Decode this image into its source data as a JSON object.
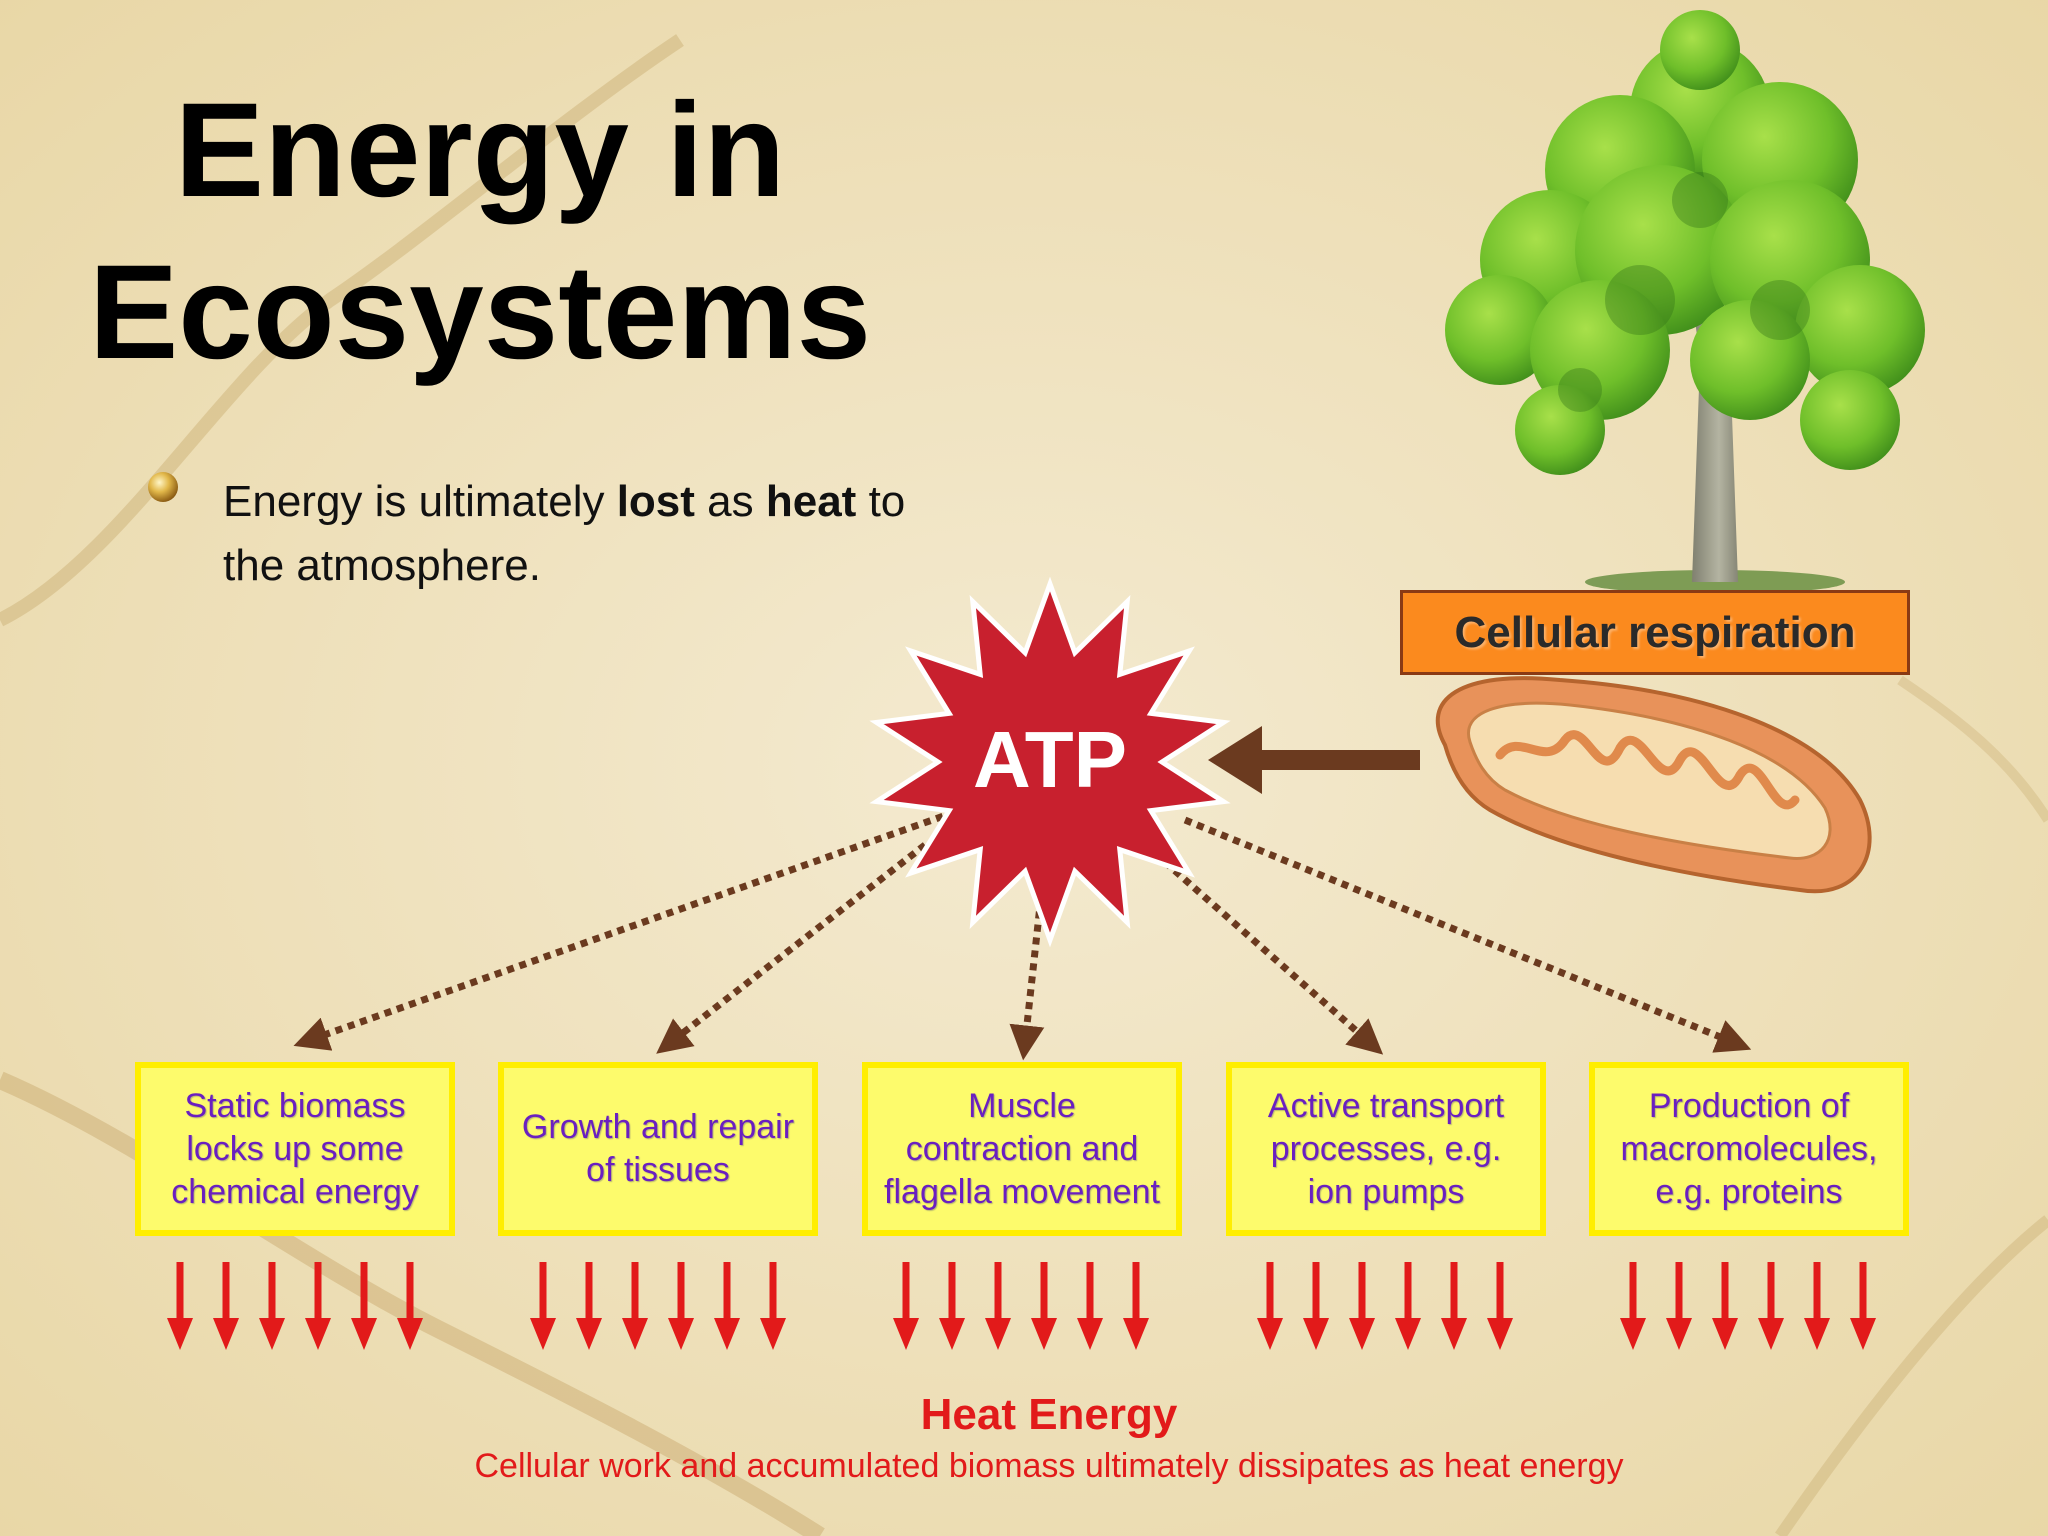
{
  "title": {
    "line1": "Energy in",
    "line2": "Ecosystems"
  },
  "bullet": {
    "part1": "Energy is ultimately ",
    "bold1": "lost",
    "part2": " as ",
    "bold2": "heat",
    "part3": " to the atmosphere."
  },
  "atp_label": "ATP",
  "respiration_label": "Cellular respiration",
  "work_boxes": [
    {
      "label": "Static biomass\nlocks up some\nchemical energy"
    },
    {
      "label": "Growth and repair\nof tissues"
    },
    {
      "label": "Muscle\ncontraction and\nflagella movement"
    },
    {
      "label": "Active transport\nprocesses, e.g.\nion pumps"
    },
    {
      "label": "Production of\nmacromolecules,\ne.g. proteins"
    }
  ],
  "heat": {
    "title": "Heat Energy",
    "subtitle": "Cellular work and accumulated biomass ultimately dissipates as heat energy"
  },
  "colors": {
    "background": "#f0e4bc",
    "atp_star": "#c8202e",
    "arrow_brown": "#6b3a1f",
    "respiration_box": "#fb8a1e",
    "work_box_fill": "#fdfb6c",
    "work_box_border": "#ffee00",
    "work_text": "#6a1fc0",
    "heat_red": "#e21a1a",
    "mitochondrion_outer": "#e8925a",
    "mitochondrion_inner": "#f6ddb0",
    "tree_foliage": "#6fbf2a",
    "tree_trunk": "#9a9a86"
  }
}
